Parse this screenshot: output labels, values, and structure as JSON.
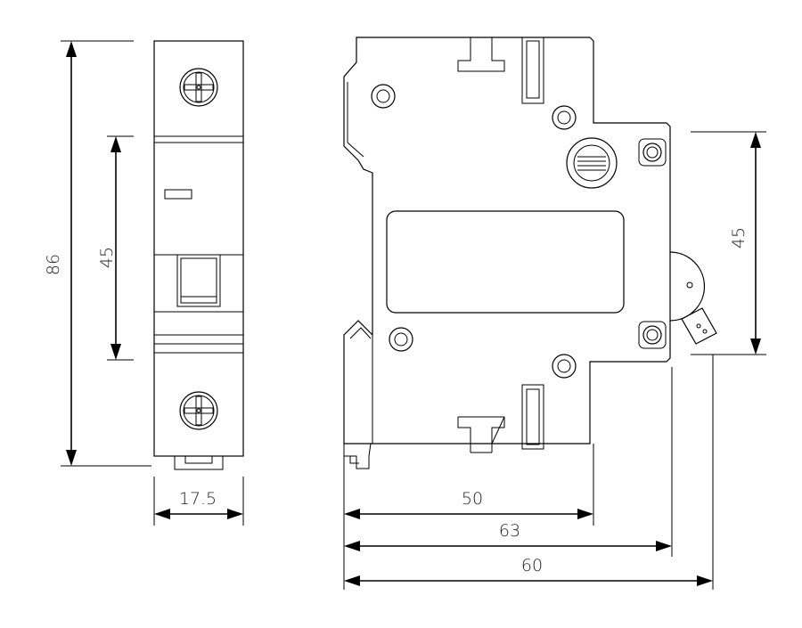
{
  "dimensions": {
    "front_height": "86",
    "front_inner_height": "45",
    "front_width": "17.5",
    "side_depth_base": "50",
    "side_depth_mid": "63",
    "side_depth_total": "60",
    "side_height": "45"
  },
  "colors": {
    "line": "#000000",
    "background": "#ffffff"
  }
}
